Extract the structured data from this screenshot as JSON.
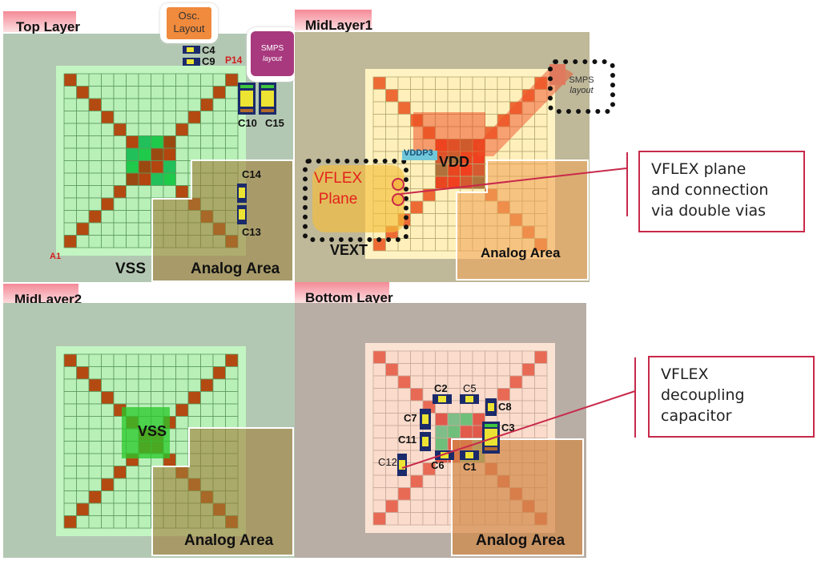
{
  "panels": {
    "top": {
      "title": "Top Layer",
      "net_label": "VSS",
      "analog_label": "Analog Area",
      "pin_a1": "A1",
      "pin_p14": "P14",
      "osc_box": {
        "line1": "Osc.",
        "line2": "Layout"
      },
      "smps_box": {
        "line1": "SMPS",
        "line2": "layout"
      },
      "capacitors": [
        "C4",
        "C9",
        "C10",
        "C15",
        "C14",
        "C13"
      ]
    },
    "mid1": {
      "title": "MidLayer1",
      "vflex_label": {
        "line1": "VFLEX",
        "line2": "Plane"
      },
      "vext_label": "VEXT",
      "vdd_label": "VDD",
      "vddp3_label": "VDDP3",
      "smps_box": {
        "line1": "SMPS",
        "line2": "layout"
      },
      "analog_label": "Analog Area"
    },
    "mid2": {
      "title": "MidLayer2",
      "net_label": "VSS",
      "analog_label": "Analog Area"
    },
    "bottom": {
      "title": "Bottom Layer",
      "analog_label": "Analog Area",
      "capacitors": [
        "C2",
        "C5",
        "C8",
        "C7",
        "C3",
        "C11",
        "C12",
        "C6",
        "C1"
      ]
    }
  },
  "callouts": {
    "vias": {
      "line1": "VFLEX plane",
      "line2": "and connection",
      "line3": "via double vias"
    },
    "decoupling": {
      "line1": "VFLEX",
      "line2": "decoupling",
      "line3": "capacitor"
    }
  },
  "colors": {
    "accent": "#c8294a",
    "top_bg": "#b3c8b3",
    "mid1_bg": "#bfb899",
    "mid2_bg": "#b3c8b3",
    "bottom_bg": "#b8aea6"
  }
}
